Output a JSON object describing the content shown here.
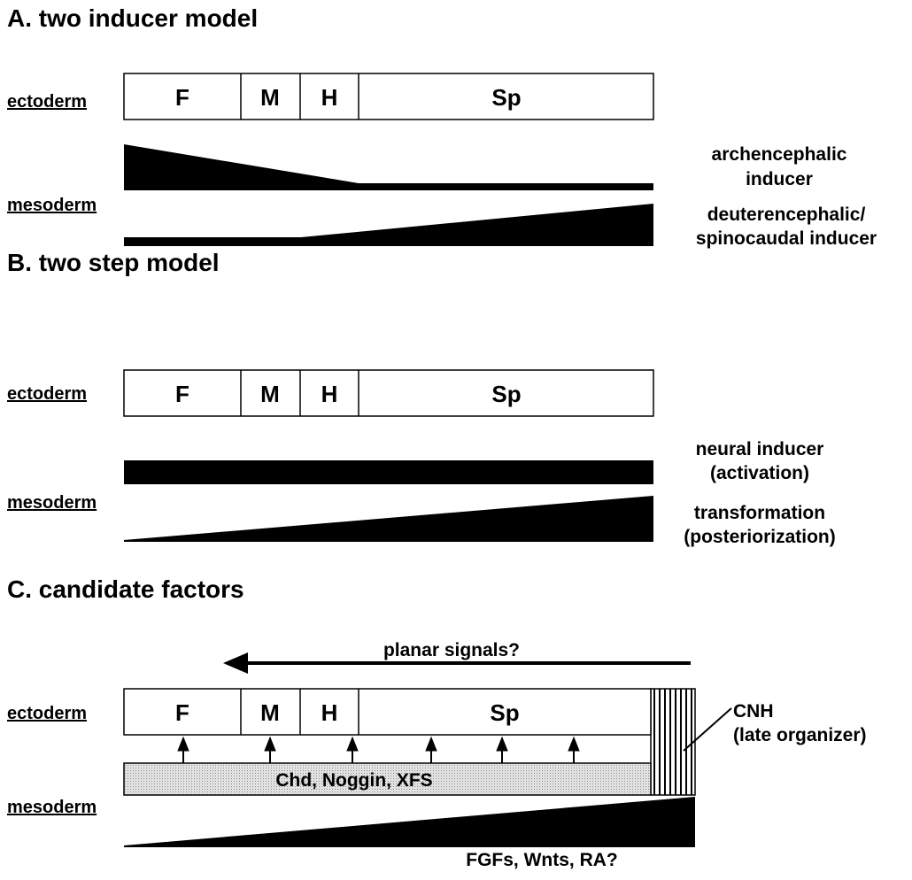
{
  "panelA": {
    "title": "A.   two inducer model",
    "ectoderm": "ectoderm",
    "mesoderm": "mesoderm",
    "segments": [
      "F",
      "M",
      "H",
      "Sp"
    ],
    "signals": [
      "archencephalic",
      "inducer",
      "deuterencephalic/",
      "spinocaudal inducer"
    ]
  },
  "panelB": {
    "title": "B.   two step model",
    "ectoderm": "ectoderm",
    "mesoderm": "mesoderm",
    "segments": [
      "F",
      "M",
      "H",
      "Sp"
    ],
    "signals": [
      "neural inducer",
      "(activation)",
      "transformation",
      "(posteriorization)"
    ]
  },
  "panelC": {
    "title": "C.   candidate factors",
    "ectoderm": "ectoderm",
    "mesoderm": "mesoderm",
    "segments": [
      "F",
      "M",
      "H",
      "Sp"
    ],
    "planar": "planar signals?",
    "anti": "Chd, Noggin, XFS",
    "posterior": "FGFs, Wnts, RA?",
    "cnh": "CNH",
    "cnh_sub": "(late organizer)"
  }
}
